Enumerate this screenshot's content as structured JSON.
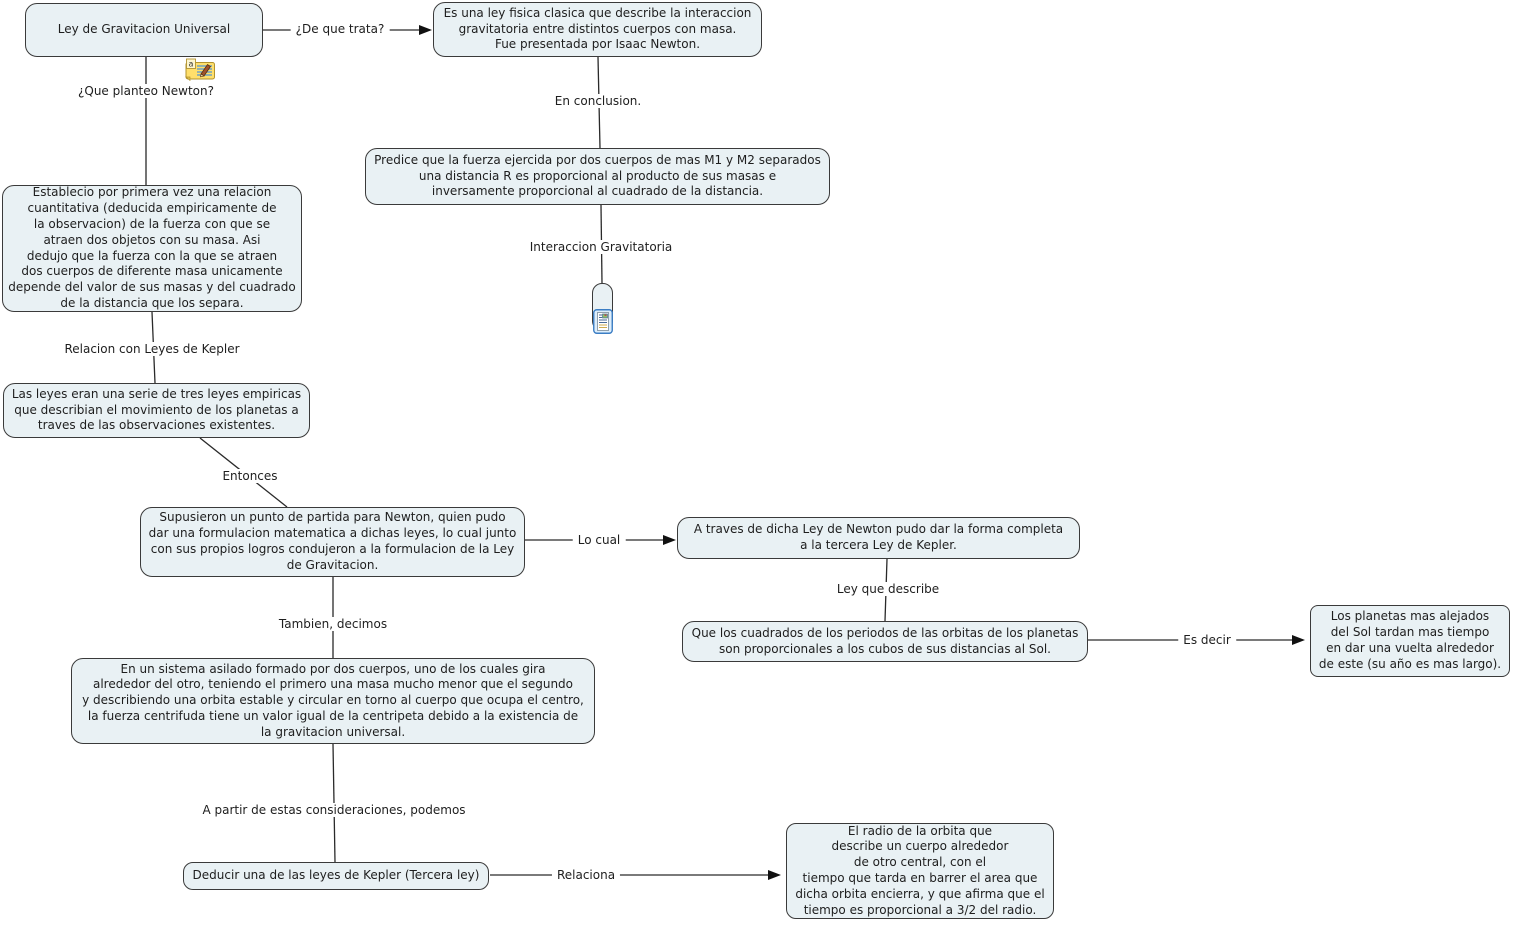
{
  "nodes": {
    "root": {
      "text": "Ley de Gravitacion Universal"
    },
    "definicion": {
      "text": "Es una ley fisica clasica que describe la interaccion\ngravitatoria entre distintos cuerpos con masa.\nFue presentada por Isaac Newton."
    },
    "planteamiento": {
      "text": "Establecio por primera vez una relacion\ncuantitativa (deducida empiricamente de\nla observacion) de la fuerza con que se\natraen dos objetos con su masa. Asi\ndedujo que la fuerza con la que se atraen\ndos cuerpos de diferente masa unicamente\ndepende del valor de sus masas y del cuadrado\nde la distancia que los separa."
    },
    "leyes_kepler": {
      "text": "Las leyes eran una serie de tres leyes empiricas\nque describian el movimiento de los planetas a\ntraves de las observaciones existentes."
    },
    "punto_partida": {
      "text": "Supusieron un punto de partida para Newton, quien pudo\ndar una formulacion matematica a dichas leyes, lo cual junto\ncon sus propios logros condujeron a la formulacion de la Ley\nde Gravitacion."
    },
    "forma_completa": {
      "text": "A traves de dicha Ley de Newton pudo dar la forma completa\na la tercera Ley de Kepler."
    },
    "tercera_ley": {
      "text": "Que los cuadrados de los periodos de las orbitas de los planetas\nson proporcionales a los cubos de sus distancias al Sol."
    },
    "planetas_alejados": {
      "text": "Los planetas mas alejados\ndel Sol tardan mas tiempo\nen dar una vuelta alrededor\nde este (su año es mas largo)."
    },
    "prediccion": {
      "text": "Predice que la fuerza ejercida por dos cuerpos de mas M1 y M2 separados\nuna distancia R es proporcional al producto de sus masas e\ninversamente proporcional al cuadrado de la distancia."
    },
    "sistema_aislado": {
      "text": "En un sistema asilado formado por dos cuerpos, uno de los cuales gira\nalrededor del otro, teniendo el primero una masa mucho menor que el segundo\ny describiendo una orbita estable y circular en torno al cuerpo que ocupa el centro,\nla fuerza centrifuda tiene un valor igual de la centripeta debido a la existencia de\nla gravitacion universal."
    },
    "deduccion": {
      "text": "Deducir una de las leyes de Kepler (Tercera ley)"
    },
    "radio_orbita": {
      "text": "El radio de la orbita que\ndescribe un cuerpo alrededor\nde otro central, con el\ntiempo que tarda en barrer el area que\ndicha orbita encierra, y que afirma que el\ntiempo es proporcional a 3/2 del radio."
    }
  },
  "links": {
    "de_que_trata": "¿De que trata?",
    "que_planteo_newton": "¿Que planteo Newton?",
    "en_conclusion": "En conclusion.",
    "relacion_leyes_kepler": "Relacion con Leyes de Kepler",
    "entonces": "Entonces",
    "lo_cual": "Lo cual",
    "ley_que_describe": "Ley que describe",
    "es_decir": "Es decir",
    "interaccion_gravitatoria": "Interaccion Gravitatoria",
    "tambien_decimos": "Tambien, decimos",
    "a_partir": "A partir de estas consideraciones, podemos",
    "relaciona": "Relaciona"
  },
  "icons": {
    "annotation_icon": "sticky-note-pencil",
    "annotation_label": "a",
    "resource_icon": "document-image"
  },
  "colors": {
    "canvas_bg": "#ffffff",
    "node_fill": "#e9f1f4",
    "node_border": "#3a3a3a",
    "connector": "#2a2a2a",
    "text": "#1e1e1e",
    "note_yellow": "#ffdf6b",
    "resource_blue": "#3b7dc4"
  }
}
